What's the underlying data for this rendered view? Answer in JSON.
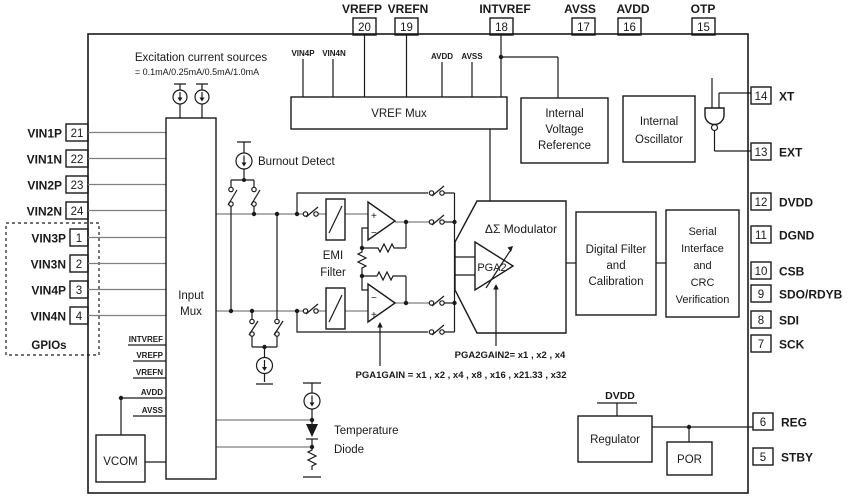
{
  "diagram": {
    "title_hidden": "",
    "colors": {
      "line": "#1a1a1a",
      "gray_wire": "#7f7f7f",
      "background": "#ffffff"
    },
    "top_pins": [
      {
        "number": "20",
        "label": "VREFP"
      },
      {
        "number": "19",
        "label": "VREFN"
      },
      {
        "number": "18",
        "label": "INTVREF"
      },
      {
        "number": "17",
        "label": "AVSS"
      },
      {
        "number": "16",
        "label": "AVDD"
      },
      {
        "number": "15",
        "label": "OTP"
      }
    ],
    "left_pins": [
      {
        "number": "21",
        "label": "VIN1P"
      },
      {
        "number": "22",
        "label": "VIN1N"
      },
      {
        "number": "23",
        "label": "VIN2P"
      },
      {
        "number": "24",
        "label": "VIN2N"
      },
      {
        "number": "1",
        "label": "VIN3P"
      },
      {
        "number": "2",
        "label": "VIN3N"
      },
      {
        "number": "3",
        "label": "VIN4P"
      },
      {
        "number": "4",
        "label": "VIN4N"
      }
    ],
    "right_pins": [
      {
        "number": "14",
        "label": "XT"
      },
      {
        "number": "13",
        "label": "EXT"
      },
      {
        "number": "12",
        "label": "DVDD"
      },
      {
        "number": "11",
        "label": "DGND"
      },
      {
        "number": "10",
        "label": "CSB"
      },
      {
        "number": "9",
        "label": "SDO/RDYB"
      },
      {
        "number": "8",
        "label": "SDI"
      },
      {
        "number": "7",
        "label": "SCK"
      },
      {
        "number": "6",
        "label": "REG"
      },
      {
        "number": "5",
        "label": "STBY"
      }
    ],
    "gpio_label": "GPIOs",
    "excitation": {
      "title": "Excitation current sources",
      "values": "= 0.1mA/0.25mA/0.5mA/1.0mA"
    },
    "burnout_label": "Burnout Detect",
    "vref_mux": {
      "label": "VREF Mux",
      "inputs": [
        "VIN4P",
        "VIN4N",
        "AVDD",
        "AVSS"
      ]
    },
    "blocks": {
      "input_mux": [
        "Input",
        "Mux"
      ],
      "ivr": [
        "Internal",
        "Voltage",
        "Reference"
      ],
      "osc": [
        "Internal",
        "Oscillator"
      ],
      "dsm": "ΔΣ Modulator",
      "pga2": "PGA2",
      "digital_filter": [
        "Digital Filter",
        "and",
        "Calibration"
      ],
      "serial_interface": [
        "Serial",
        "Interface",
        "and",
        "CRC",
        "Verification"
      ],
      "regulator": "Regulator",
      "por": "POR",
      "vcom": "VCOM"
    },
    "emi_filter": [
      "EMI",
      "Filter"
    ],
    "mux_refs": [
      "INTVREF",
      "VREFP",
      "VREFN",
      "AVDD",
      "AVSS"
    ],
    "temp_diode": [
      "Temperature",
      "Diode"
    ],
    "gain_labels": {
      "pga2": "PGA2GAIN2= x1 , x2 , x4",
      "pga1": "PGA1GAIN = x1 , x2 , x4 , x8 , x16 , x21.33 , x32"
    },
    "dvdd_rail": "DVDD"
  }
}
